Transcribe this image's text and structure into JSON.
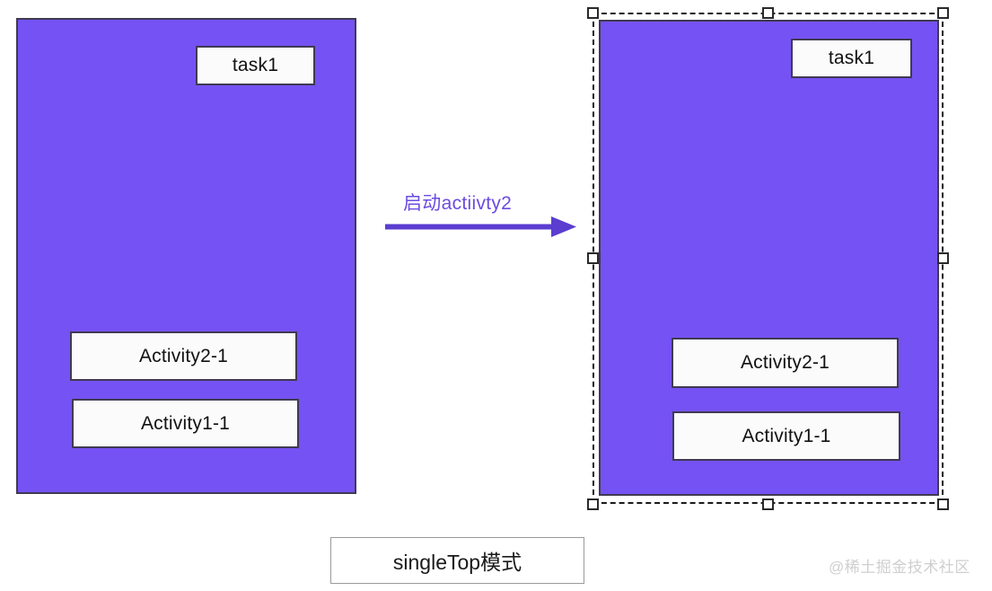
{
  "diagram": {
    "caption": "singleTop模式",
    "watermark": "@稀土掘金技术社区",
    "colors": {
      "task_fill": "#7552F3",
      "task_border": "#3f3a52",
      "arrow": "#5B3DD0",
      "arrow_label": "#6B4CE0",
      "box_fill": "#fbfbfb",
      "caption_border": "#9a9a9a",
      "watermark": "#cfcfcf",
      "selection_border": "#1a1a1a"
    },
    "panels": [
      {
        "id": "left",
        "name": "task-panel-left",
        "title": "task1",
        "selected": false,
        "stack": [
          {
            "label": "Activity2-1"
          },
          {
            "label": "Activity1-1"
          }
        ]
      },
      {
        "id": "right",
        "name": "task-panel-right",
        "title": "task1",
        "selected": true,
        "stack": [
          {
            "label": "Activity2-1"
          },
          {
            "label": "Activity1-1"
          }
        ]
      }
    ],
    "transition": {
      "label": "启动actiivty2",
      "direction": "left-to-right",
      "icon": "arrow-right-icon"
    },
    "selection": {
      "handle_count": 8,
      "handles": [
        "nw",
        "n",
        "ne",
        "w",
        "e",
        "sw",
        "s",
        "se"
      ]
    }
  }
}
